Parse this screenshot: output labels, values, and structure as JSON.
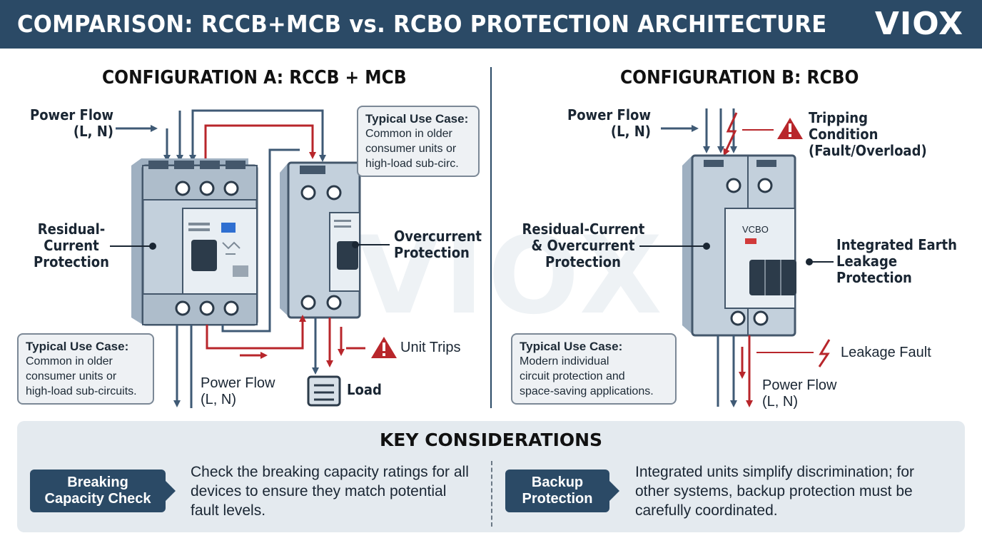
{
  "header": {
    "title": "COMPARISON: RCCB+MCB vs. RCBO PROTECTION ARCHITECTURE",
    "logo": "VIOX"
  },
  "watermark": "VIOX",
  "config_a": {
    "title": "CONFIGURATION A: RCCB + MCB",
    "power_flow_in": [
      "Power Flow",
      "(L, N)"
    ],
    "residual_label": [
      "Residual-",
      "Current",
      "Protection"
    ],
    "overcurrent_label": [
      "Overcurrent",
      "Protection"
    ],
    "use_case_top": {
      "title": "Typical Use Case:",
      "lines": [
        "Common in older",
        "consumer units or",
        "high-load sub-circ."
      ]
    },
    "use_case_bottom": {
      "title": "Typical Use Case:",
      "lines": [
        "Common in older",
        "consumer units or",
        "high-load sub-circuits."
      ]
    },
    "power_flow_out": [
      "Power Flow",
      "(L, N)"
    ],
    "unit_trips": "Unit Trips",
    "load": "Load"
  },
  "config_b": {
    "title": "CONFIGURATION B: RCBO",
    "power_flow_in": [
      "Power Flow",
      "(L, N)"
    ],
    "tripping": [
      "Tripping",
      "Condition",
      "(Fault/Overload)"
    ],
    "residual_label": [
      "Residual-Current",
      "& Overcurrent",
      "Protection"
    ],
    "earth_label": [
      "Integrated Earth",
      "Leakage",
      "Protection"
    ],
    "device_label": "VCBO",
    "leakage_fault": "Leakage Fault",
    "power_flow_out": [
      "Power Flow",
      "(L, N)"
    ],
    "use_case": {
      "title": "Typical Use Case:",
      "lines": [
        "Modern individual",
        "circuit protection and",
        "space-saving applications."
      ]
    }
  },
  "key": {
    "title": "KEY CONSIDERATIONS",
    "items": [
      {
        "pill": [
          "Breaking",
          "Capacity Check"
        ],
        "text": [
          "Check the breaking capacity ratings for all",
          "devices to ensure they match potential",
          "fault levels."
        ]
      },
      {
        "pill": [
          "Backup",
          "Protection"
        ],
        "text": [
          "Integrated units simplify discrimination; for",
          "other systems, backup protection must be",
          "carefully coordinated."
        ]
      }
    ]
  },
  "colors": {
    "header": "#2b4a66",
    "fault_red": "#b8262b",
    "flow_blue": "#3f5a75",
    "device": "#b9c7d4"
  }
}
